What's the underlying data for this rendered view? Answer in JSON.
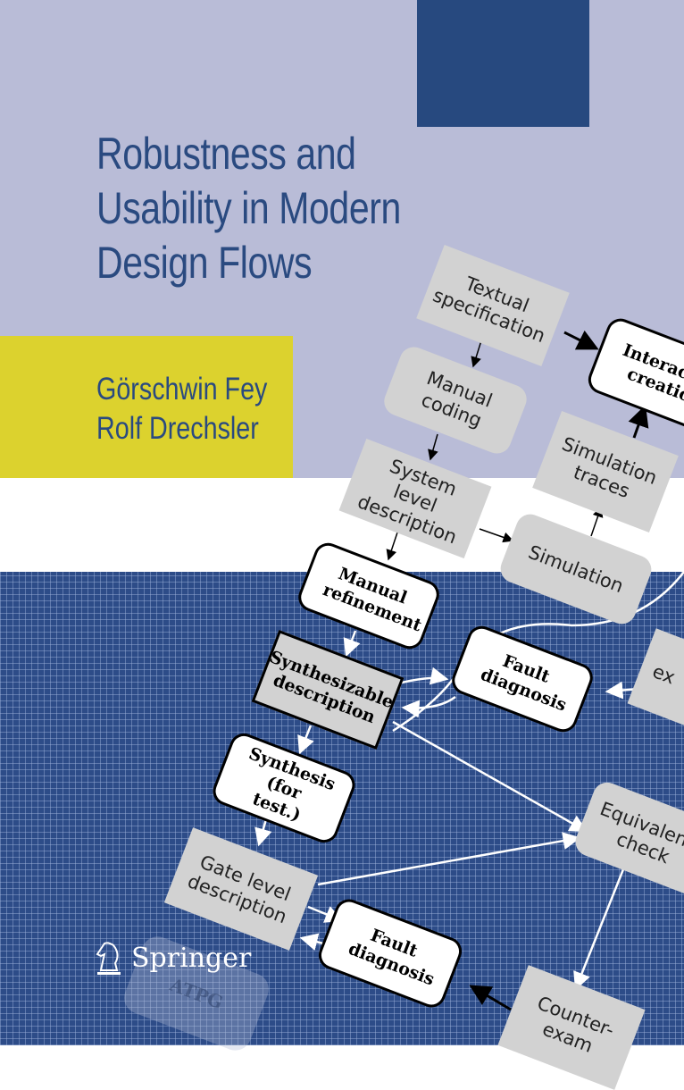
{
  "cover": {
    "title_lines": [
      "Robustness and",
      "Usability in Modern",
      "Design Flows"
    ],
    "authors": [
      "Görschwin Fey",
      "Rolf Drechsler"
    ],
    "publisher": "Springer",
    "colors": {
      "lavender": "#b9bcd7",
      "navy": "#27497f",
      "yellow": "#dcd22e",
      "grid_blue": "#2d4c88"
    }
  },
  "diagram": {
    "textual_spec": "Textual specification",
    "interactive_creation": "Interactive creation",
    "manual_coding": "Manual coding",
    "simulation_traces": "Simulation traces",
    "system_level": "System level description",
    "simulation": "Simulation",
    "manual_refinement": "Manual refinement",
    "synthesizable": "Synthesizable description",
    "fault_diagnosis_1": "Fault diagnosis",
    "ex_box": "ex",
    "synthesis": "Synthesis (for test.)",
    "equivalence": "Equivalence check",
    "gate_level": "Gate level description",
    "fault_diagnosis_2": "Fault diagnosis",
    "counterexample": "Counter-exam",
    "atpg": "ATPG"
  }
}
